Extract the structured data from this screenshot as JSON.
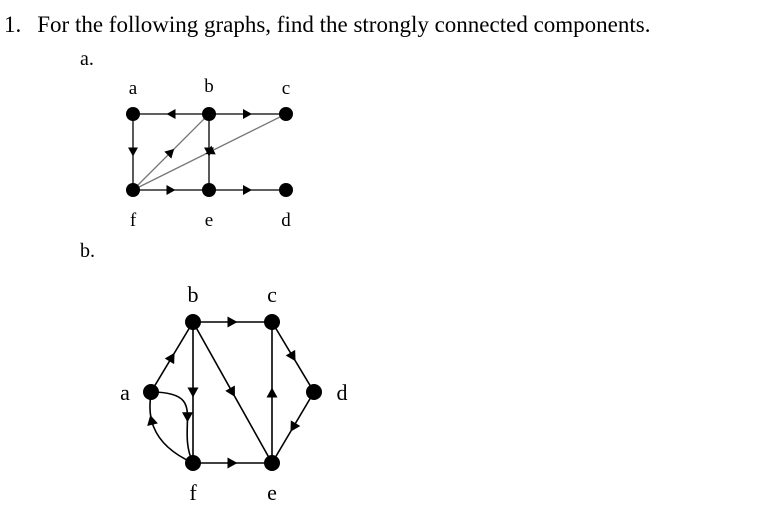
{
  "question": {
    "number": "1.",
    "text": "For the following graphs, find the strongly connected components."
  },
  "part_a": {
    "label": "a.",
    "nodes": [
      "a",
      "b",
      "c",
      "d",
      "e",
      "f"
    ],
    "edges": [
      {
        "from": "b",
        "to": "a"
      },
      {
        "from": "b",
        "to": "c"
      },
      {
        "from": "a",
        "to": "f"
      },
      {
        "from": "f",
        "to": "b"
      },
      {
        "from": "c",
        "to": "f"
      },
      {
        "from": "b",
        "to": "e"
      },
      {
        "from": "f",
        "to": "e"
      },
      {
        "from": "e",
        "to": "d"
      }
    ]
  },
  "part_b": {
    "label": "b.",
    "nodes": [
      "a",
      "b",
      "c",
      "d",
      "e",
      "f"
    ],
    "edges": [
      {
        "from": "b",
        "to": "c"
      },
      {
        "from": "a",
        "to": "b"
      },
      {
        "from": "b",
        "to": "f"
      },
      {
        "from": "b",
        "to": "e"
      },
      {
        "from": "c",
        "to": "d"
      },
      {
        "from": "d",
        "to": "e"
      },
      {
        "from": "e",
        "to": "c"
      },
      {
        "from": "f",
        "to": "e"
      },
      {
        "from": "a",
        "to": "f"
      },
      {
        "from": "f",
        "to": "a"
      }
    ]
  }
}
